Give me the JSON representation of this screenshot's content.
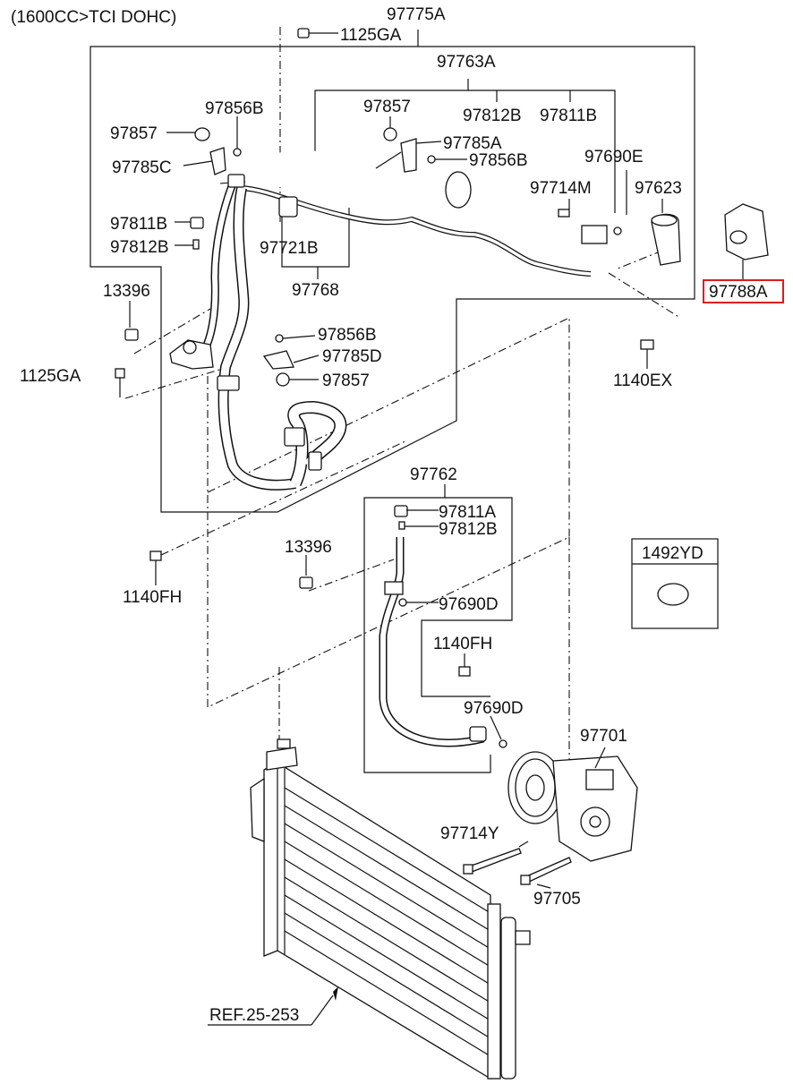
{
  "header": {
    "engine": "(1600CC>TCI DOHC)"
  },
  "labels": {
    "p97775A": "97775A",
    "p1125GA_top": "1125GA",
    "p97763A": "97763A",
    "p97856B_a": "97856B",
    "p97857_a": "97857",
    "p97812B_a": "97812B",
    "p97811B_a": "97811B",
    "p97857_b": "97857",
    "p97785C": "97785C",
    "p97785A": "97785A",
    "p97856B_b": "97856B",
    "p97690E": "97690E",
    "p97714M": "97714M",
    "p97623": "97623",
    "p97811B_b": "97811B",
    "p97812B_b": "97812B",
    "p97721B": "97721B",
    "p97768": "97768",
    "p97788A": "97788A",
    "p13396_a": "13396",
    "p97856B_c": "97856B",
    "p97785D": "97785D",
    "p97857_c": "97857",
    "p1125GA_left": "1125GA",
    "p1140EX": "1140EX",
    "p97762": "97762",
    "p97811A": "97811A",
    "p97812B_c": "97812B",
    "p1140FH_a": "1140FH",
    "p13396_b": "13396",
    "p97690D_a": "97690D",
    "p1492YD": "1492YD",
    "p1140FH_b": "1140FH",
    "p97690D_b": "97690D",
    "p97701": "97701",
    "p97714Y": "97714Y",
    "p97705": "97705",
    "ref": "REF.25-253"
  },
  "colors": {
    "line": "#111111",
    "highlight": "#e11a1a",
    "background": "#ffffff"
  }
}
